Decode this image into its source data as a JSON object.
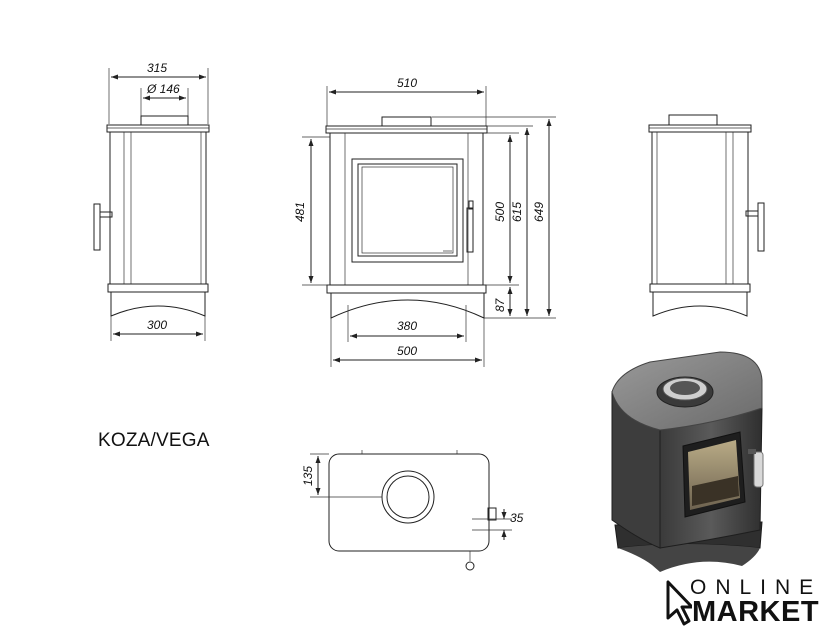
{
  "model": "KOZA/VEGA",
  "brand": {
    "line1": "ONLINE",
    "line2": "MARKET"
  },
  "dimensions": {
    "side_depth_top": "315",
    "flue_diameter": "Ø 146",
    "side_depth_bottom": "300",
    "front_width_top": "510",
    "door_height": "481",
    "firebox_height": "500",
    "flue_height": "615",
    "total_height": "649",
    "base_height": "87",
    "base_width": "380",
    "front_width_bottom": "500",
    "flue_offset": "135",
    "handle_offset": "35"
  }
}
